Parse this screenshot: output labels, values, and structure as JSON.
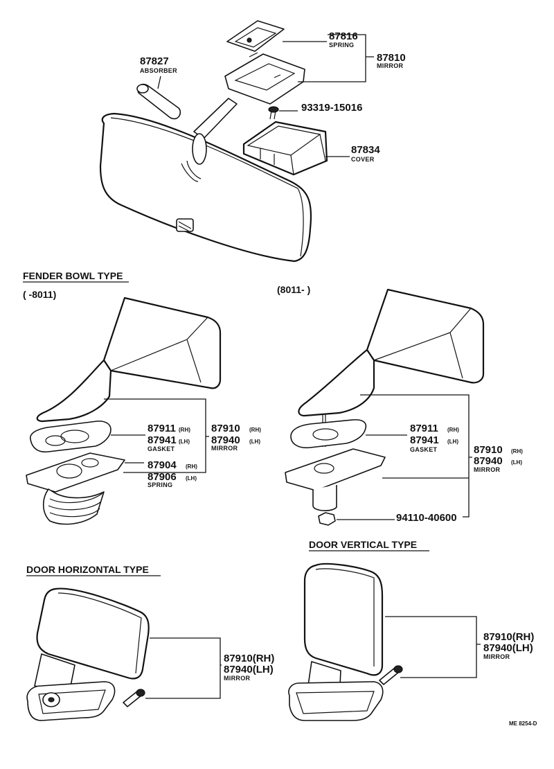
{
  "top_assembly": {
    "spring": {
      "number": "87816",
      "name": "SPRING"
    },
    "mirror": {
      "number": "87810",
      "name": "MIRROR"
    },
    "absorber": {
      "number": "87827",
      "name": "ABSORBER"
    },
    "screw": {
      "number": "93319-15016"
    },
    "cover": {
      "number": "87834",
      "name": "COVER"
    }
  },
  "fender_bowl": {
    "title": "FENDER BOWL TYPE",
    "early": {
      "period": "(        -8011)",
      "gasket_rh": "87911",
      "gasket_lh": "87941",
      "gasket_name": "GASKET",
      "mirror_rh": "87910",
      "mirror_lh": "87940",
      "mirror_name": "MIRROR",
      "spring_rh": "87904",
      "spring_lh": "87906",
      "spring_name": "SPRING",
      "rh": "(RH)",
      "lh": "(LH)"
    },
    "late": {
      "period": "(8011-         )",
      "gasket_rh": "87911",
      "gasket_lh": "87941",
      "gasket_name": "GASKET",
      "mirror_rh": "87910",
      "mirror_lh": "87940",
      "mirror_name": "MIRROR",
      "nut": "94110-40600",
      "rh": "(RH)",
      "lh": "(LH)"
    }
  },
  "door_horizontal": {
    "title": "DOOR HORIZONTAL TYPE",
    "mirror_rh": "87910(RH)",
    "mirror_lh": "87940(LH)",
    "mirror_name": "MIRROR"
  },
  "door_vertical": {
    "title": "DOOR VERTICAL TYPE",
    "mirror_rh": "87910(RH)",
    "mirror_lh": "87940(LH)",
    "mirror_name": "MIRROR"
  },
  "footer": {
    "code": "ME 8254-D"
  }
}
